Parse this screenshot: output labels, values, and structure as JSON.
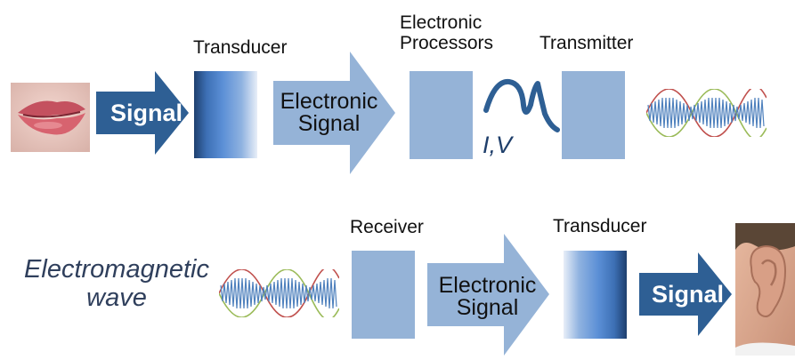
{
  "top_row": {
    "signal_arrow": "Signal",
    "transducer_label": "Transducer",
    "electronic_signal_arrow": [
      "Electronic",
      "Signal"
    ],
    "processors_label": [
      "Electronic",
      "Processors"
    ],
    "iv_label": "I,V",
    "transmitter_label": "Transmitter"
  },
  "bottom_row": {
    "em_wave_label": [
      "Electromagnetic",
      "wave"
    ],
    "receiver_label": "Receiver",
    "electronic_signal_arrow": [
      "Electronic",
      "Signal"
    ],
    "transducer_label": "Transducer",
    "signal_arrow": "Signal"
  },
  "icons": {
    "mouth": "mouth-photo",
    "ear": "ear-photo",
    "wave": "sine-wave-icon"
  },
  "colors": {
    "box": "#95b3d7",
    "arrow_light": "#95b3d7",
    "arrow_dark": "#2e5f94",
    "wave_red": "#c0504d",
    "wave_green": "#9bbb59",
    "wave_blue": "#4f81bd"
  }
}
